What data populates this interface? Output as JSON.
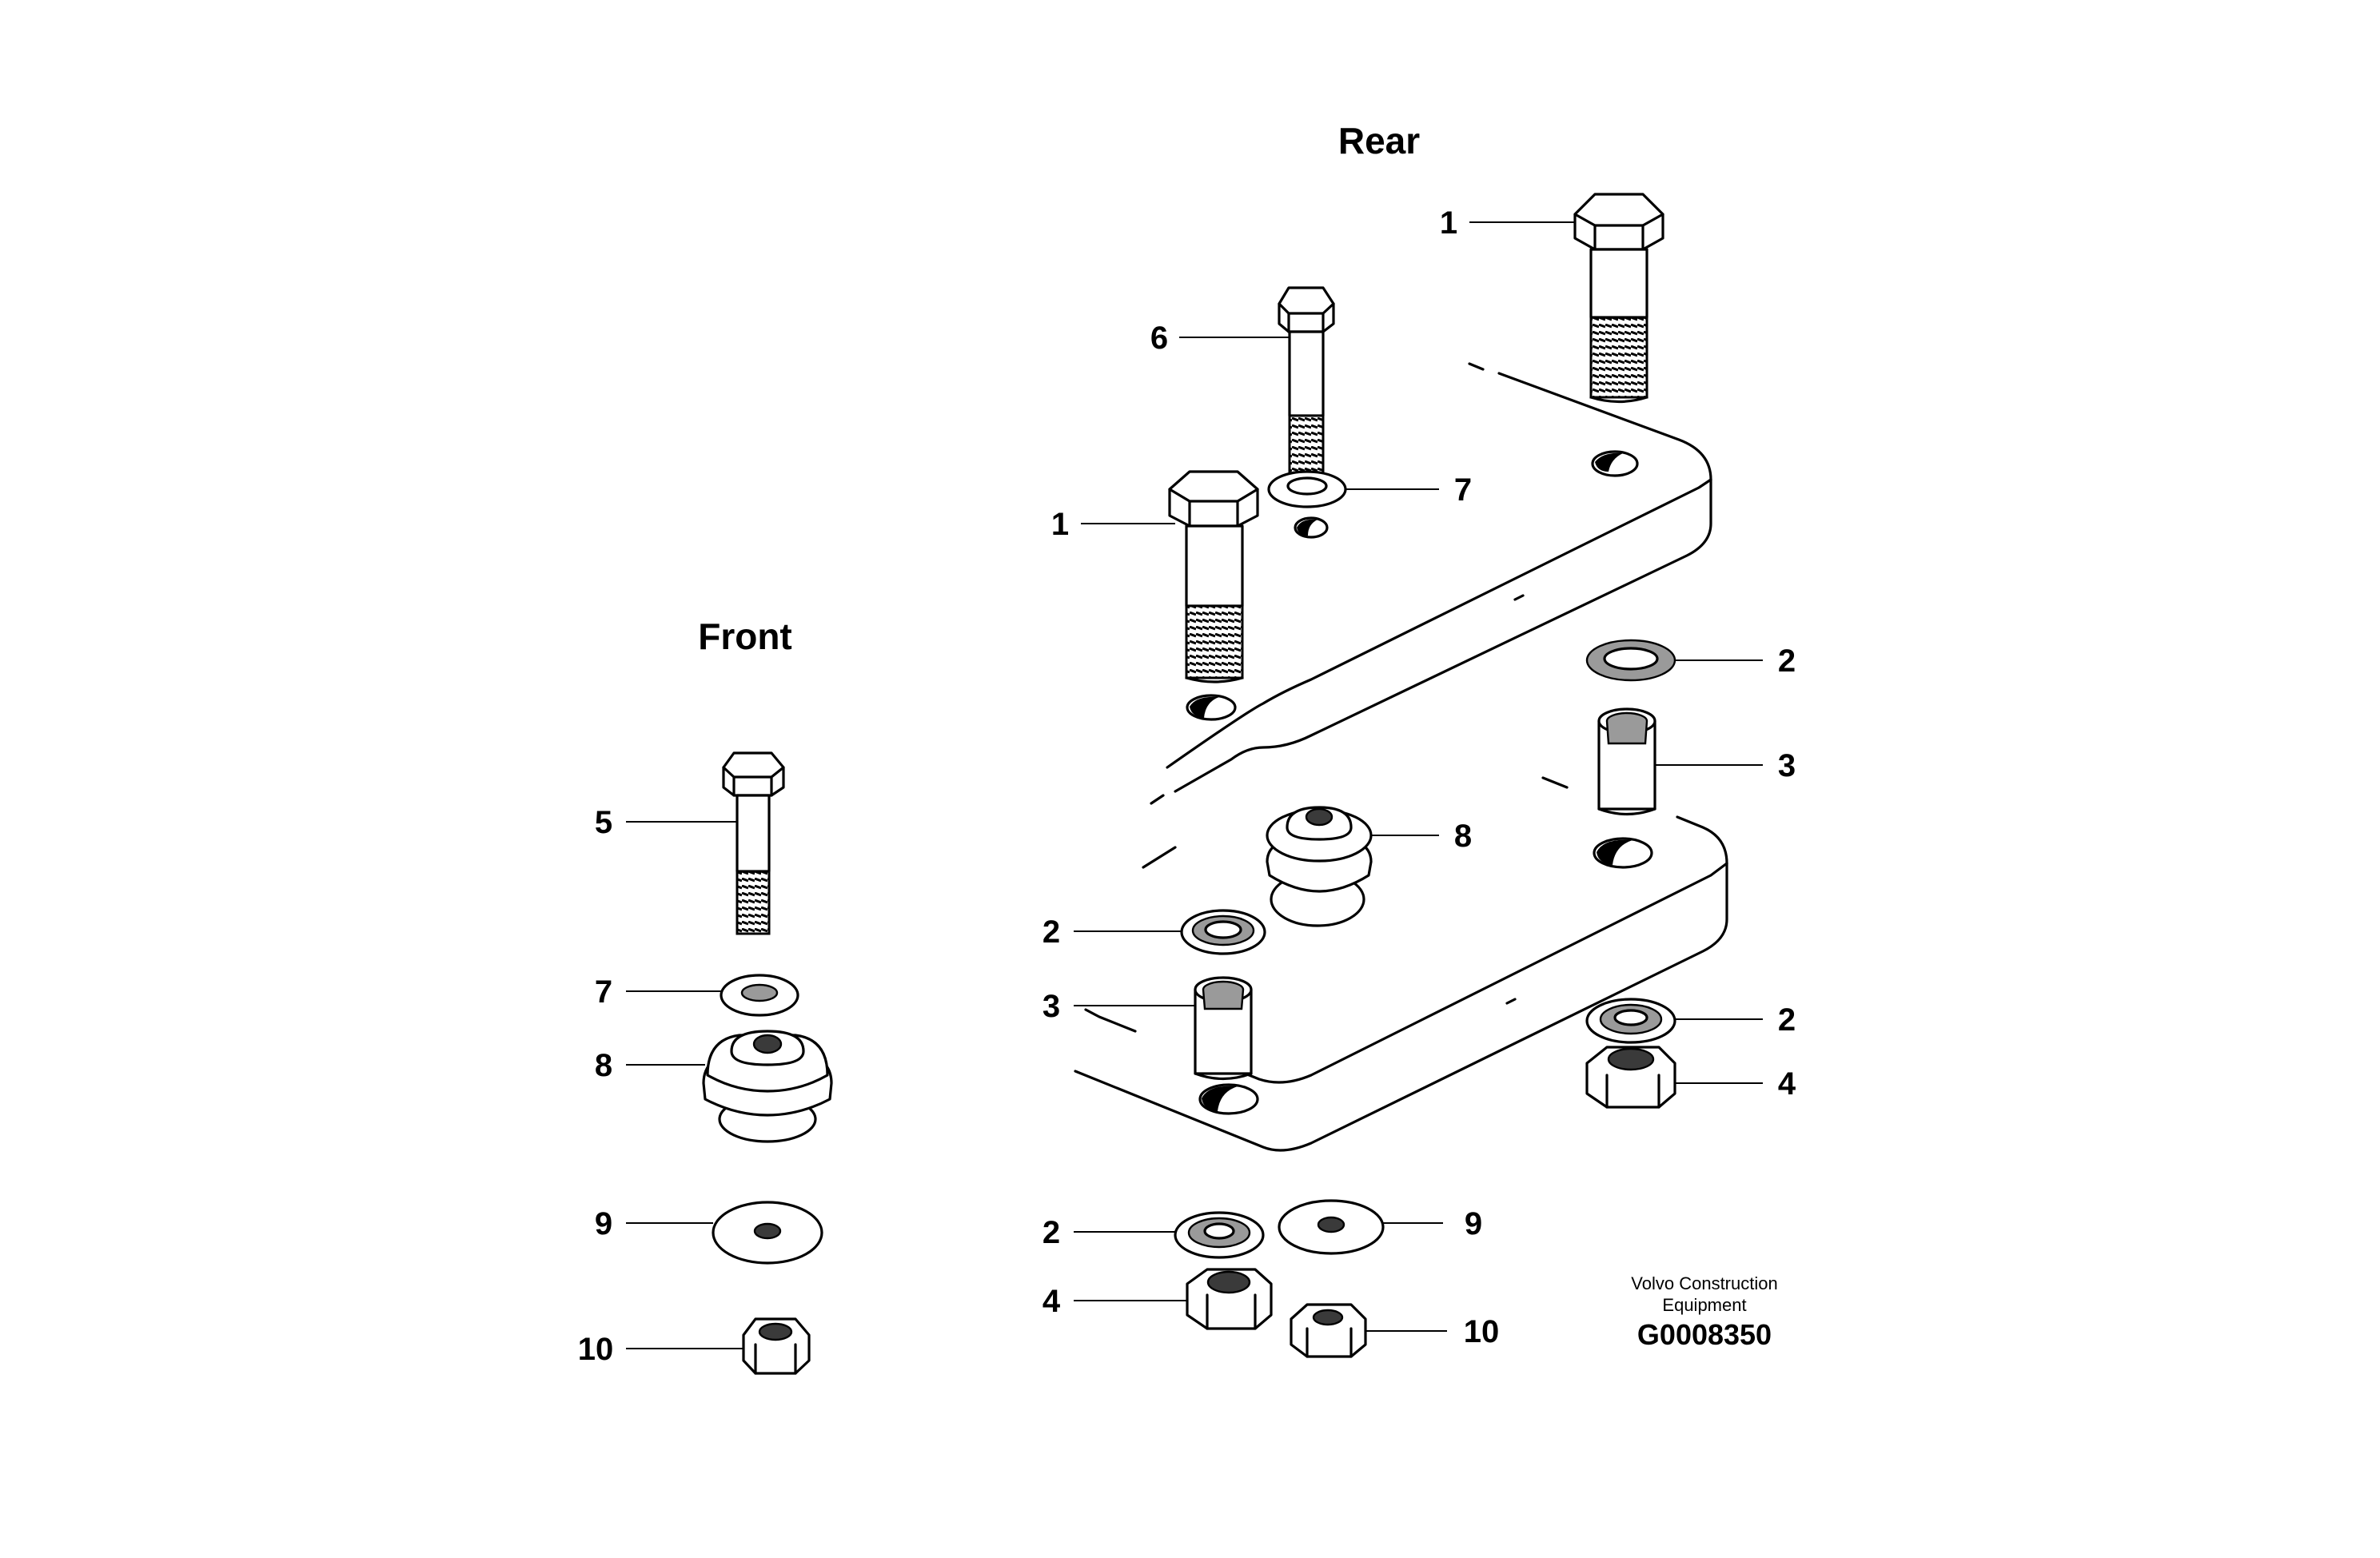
{
  "headings": {
    "rear": "Rear",
    "front": "Front"
  },
  "callouts": {
    "rear_bolt_top": "1",
    "rear_bolt_left": "1",
    "rear_washer_top": "2",
    "rear_spacer_right": "3",
    "rear_washer_right_lower": "2",
    "rear_nut_right": "4",
    "bolt_6": "6",
    "washer_7_rear": "7",
    "mount_8_rear": "8",
    "washer_2_left_mid": "2",
    "spacer_3_left": "3",
    "washer_2_bottom": "2",
    "nut_4_bottom": "4",
    "washer_9_rear": "9",
    "nut_10_rear": "10",
    "bolt_5_front": "5",
    "washer_7_front": "7",
    "mount_8_front": "8",
    "washer_9_front": "9",
    "nut_10_front": "10"
  },
  "credit": {
    "line1": "Volvo Construction",
    "line2": "Equipment",
    "code": "G0008350"
  }
}
